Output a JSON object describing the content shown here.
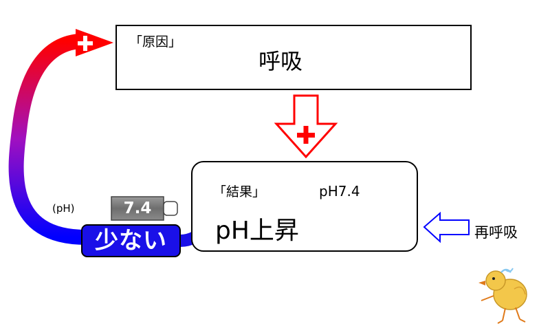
{
  "cause": {
    "tag": "「原因」",
    "title": "呼吸"
  },
  "result": {
    "tag": "「結果」",
    "ph_value": "pH7.4",
    "title": "pH上昇"
  },
  "less_label": "少ない",
  "ph_paren_label": "(pH)",
  "meter_value": "7.4",
  "reabsorb_label": "再呼吸",
  "plus_sign_top": "+",
  "plus_sign_middle": "+",
  "colors": {
    "loop_top": "#ff0000",
    "loop_bottom": "#0000ff",
    "arrow_red": "#ff0000",
    "arrow_blue": "#0000ff",
    "pill": "#1a10e8",
    "meter": "#7f7f7f"
  },
  "icons": {
    "up_arrow": "up-arrow-icon",
    "down_plus_arrow": "down-plus-arrow-icon",
    "left_arrow": "left-arrow-icon",
    "meter": "battery-meter-icon",
    "chick": "chick-illustration"
  }
}
